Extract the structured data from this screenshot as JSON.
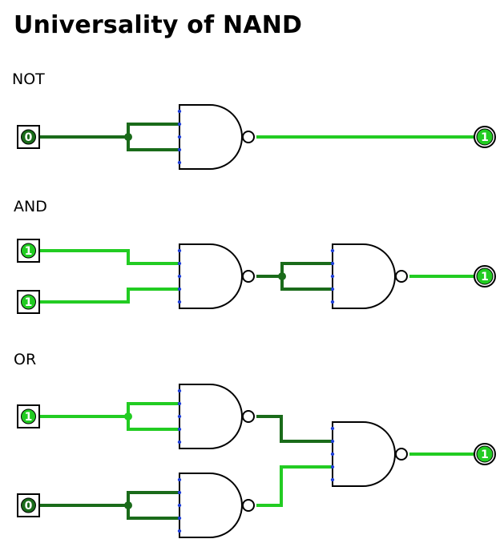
{
  "title": "Universality of NAND",
  "colors": {
    "wire_high": "#22cc22",
    "wire_low": "#1a6b1a",
    "gate_stroke": "#000000",
    "pin_dot": "#1f3fd6"
  },
  "circuits": {
    "not": {
      "label": "NOT",
      "inputs": [
        "0"
      ],
      "output": "1"
    },
    "and": {
      "label": "AND",
      "inputs": [
        "1",
        "1"
      ],
      "output": "1"
    },
    "or": {
      "label": "OR",
      "inputs": [
        "1",
        "0"
      ],
      "output": "1"
    }
  }
}
